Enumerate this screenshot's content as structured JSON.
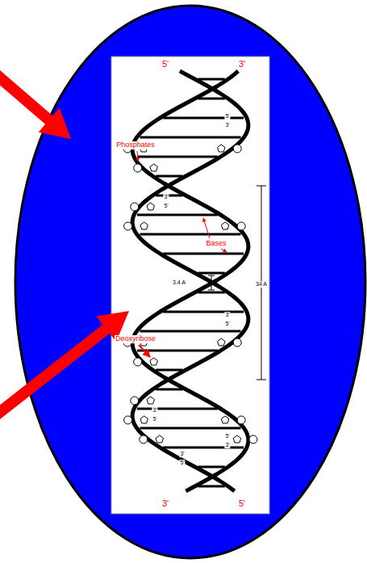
{
  "diagram": {
    "labels": [
      "5'",
      "3'",
      "Phosphates",
      "3'",
      "5'",
      "5'",
      "3'",
      "Bases",
      "3.4 A",
      "34 A",
      "Deoxyribose",
      "3'",
      "5'",
      "3'",
      "5'",
      "5'",
      "3'",
      "3'",
      "5'",
      "3'",
      "5'"
    ]
  }
}
